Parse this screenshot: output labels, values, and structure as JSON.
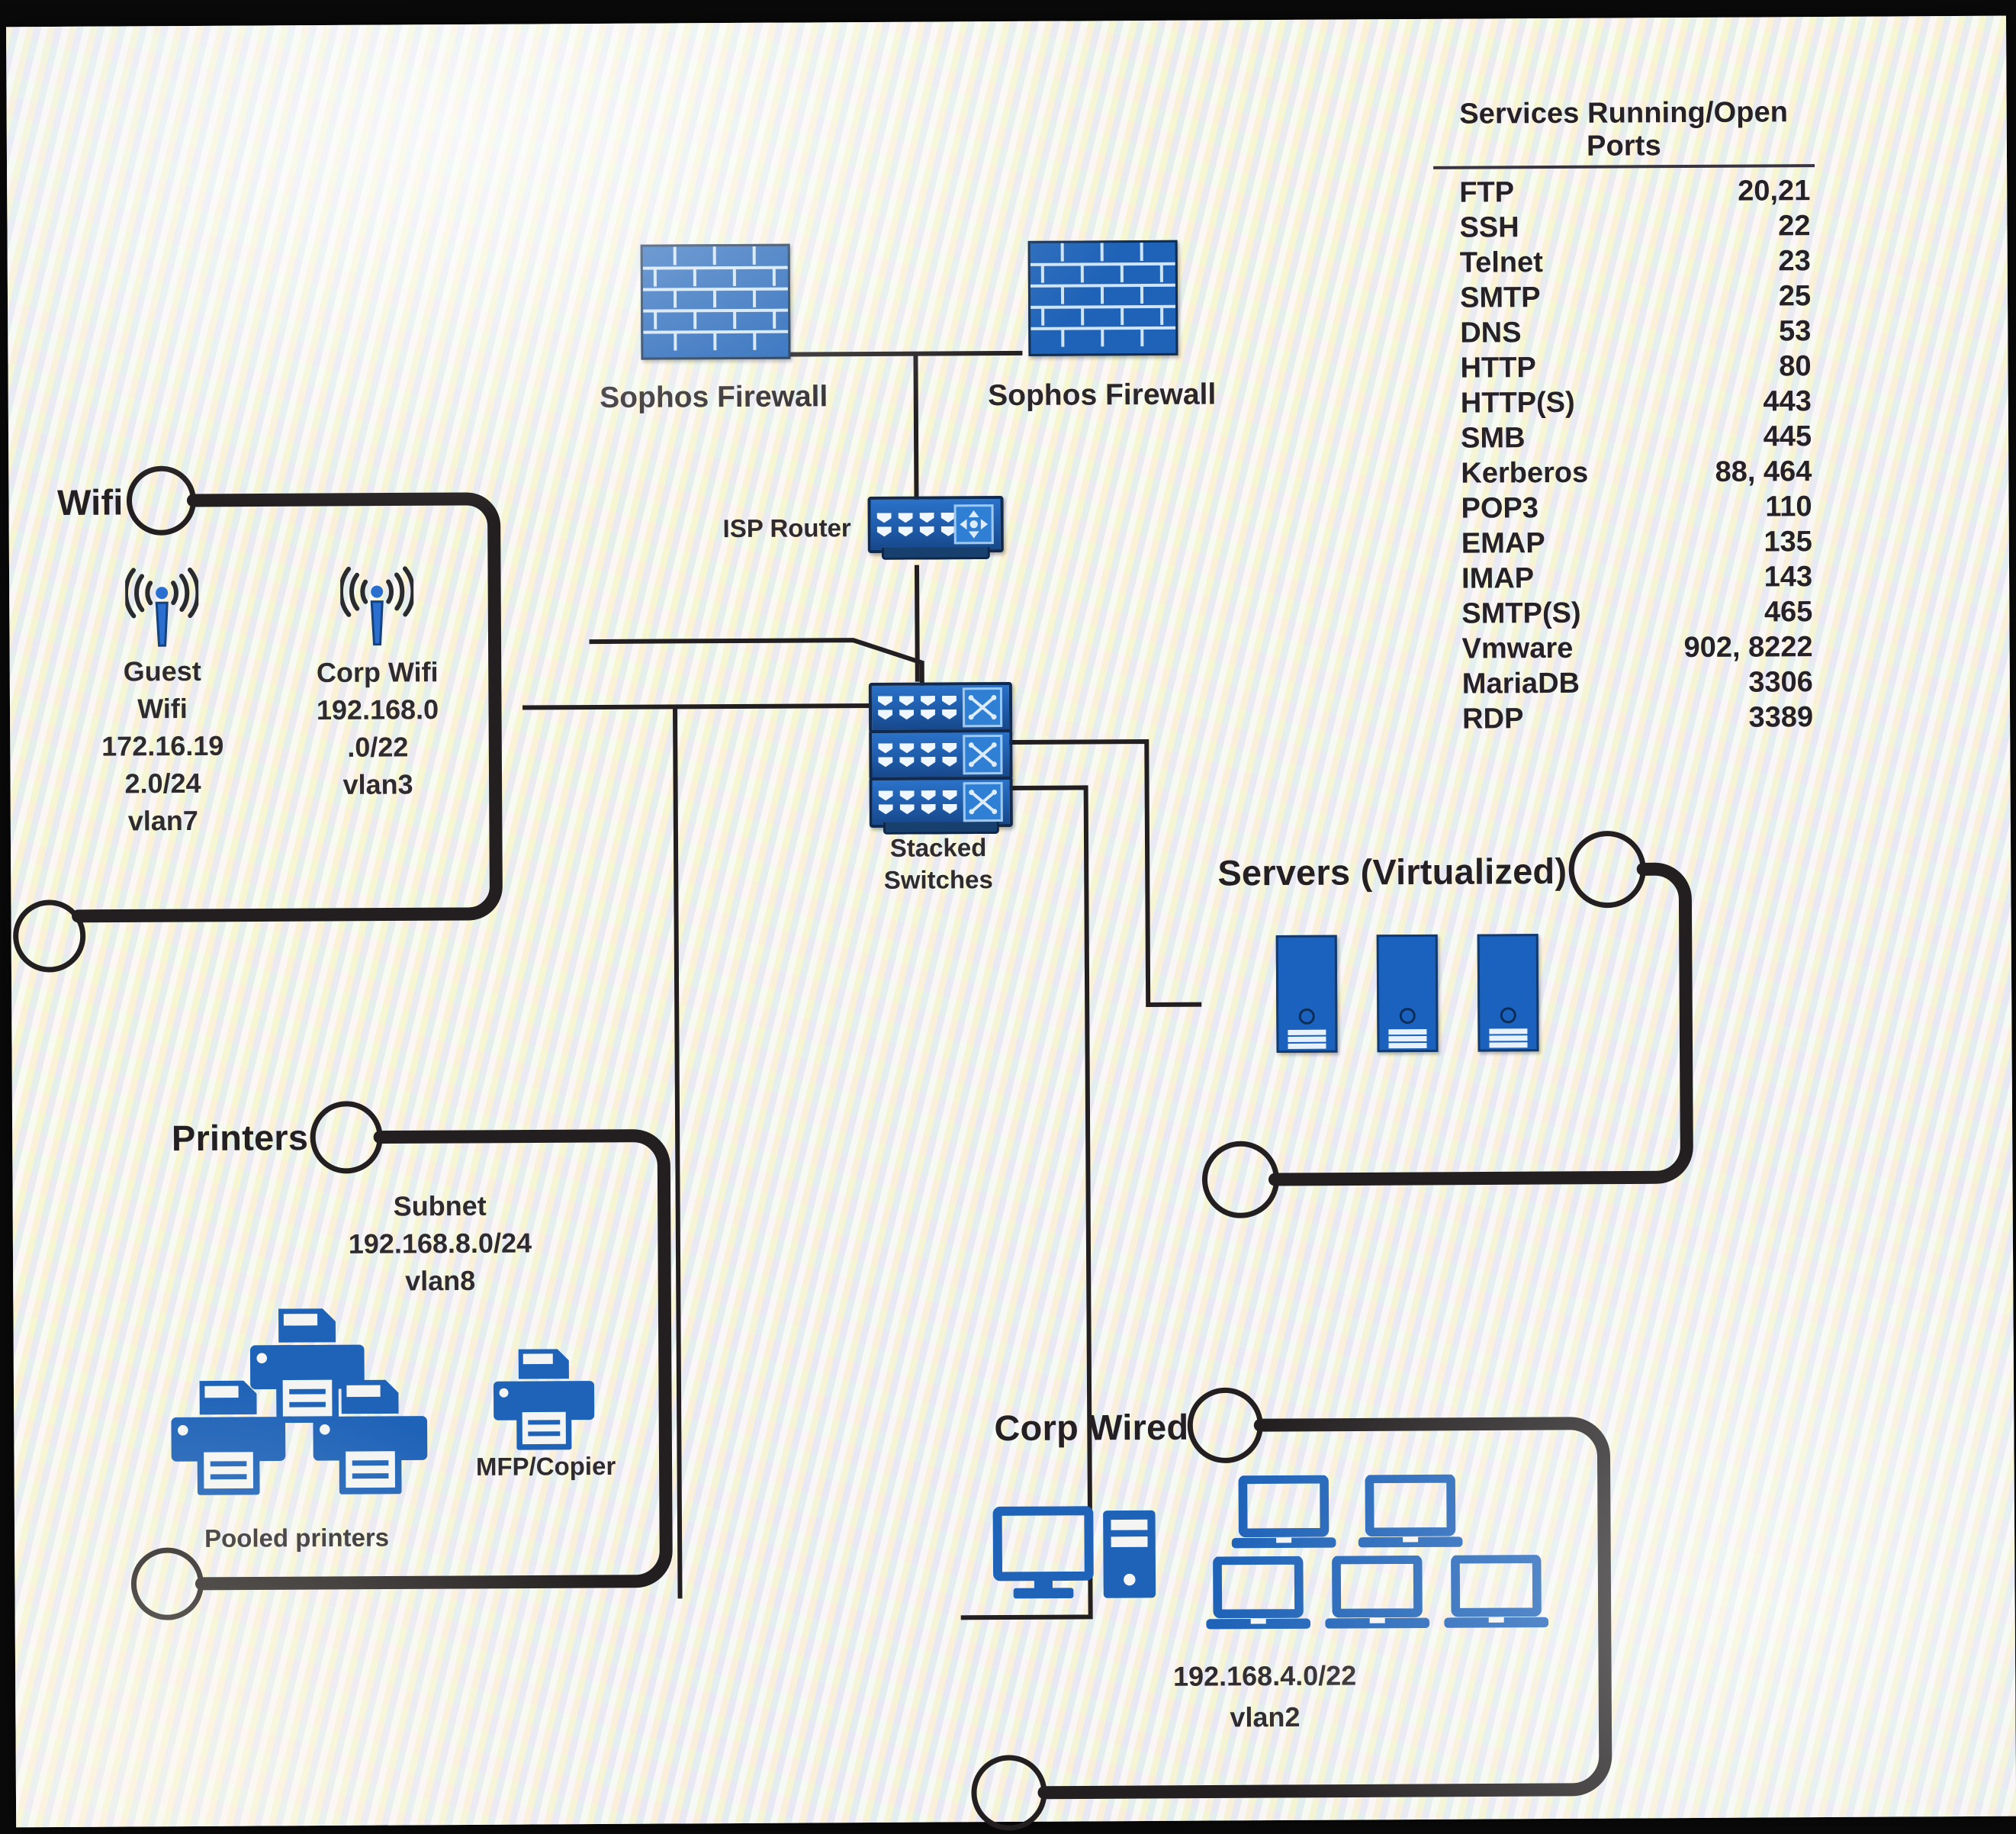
{
  "services_panel": {
    "title": "Services Running/Open Ports",
    "rows": [
      {
        "service": "FTP",
        "ports": "20,21"
      },
      {
        "service": "SSH",
        "ports": "22"
      },
      {
        "service": "Telnet",
        "ports": "23"
      },
      {
        "service": "SMTP",
        "ports": "25"
      },
      {
        "service": "DNS",
        "ports": "53"
      },
      {
        "service": "HTTP",
        "ports": "80"
      },
      {
        "service": "HTTP(S)",
        "ports": "443"
      },
      {
        "service": "SMB",
        "ports": "445"
      },
      {
        "service": "Kerberos",
        "ports": "88, 464"
      },
      {
        "service": "POP3",
        "ports": "110"
      },
      {
        "service": "EMAP",
        "ports": "135"
      },
      {
        "service": "IMAP",
        "ports": "143"
      },
      {
        "service": "SMTP(S)",
        "ports": "465"
      },
      {
        "service": "Vmware",
        "ports": "902, 8222"
      },
      {
        "service": "MariaDB",
        "ports": "3306"
      },
      {
        "service": "RDP",
        "ports": "3389"
      }
    ]
  },
  "edge": {
    "firewall_left_label": "Sophos Firewall",
    "firewall_right_label": "Sophos Firewall",
    "isp_router_label": "ISP Router"
  },
  "core": {
    "switches_label_line1": "Stacked",
    "switches_label_line2": "Switches"
  },
  "wifi_zone": {
    "title": "Wifi",
    "guest": {
      "name_line1": "Guest",
      "name_line2": "Wifi",
      "subnet_line1": "172.16.19",
      "subnet_line2": "2.0/24",
      "vlan": "vlan7"
    },
    "corp": {
      "name": "Corp Wifi",
      "subnet_line1": "192.168.0",
      "subnet_line2": ".0/22",
      "vlan": "vlan3"
    }
  },
  "printers_zone": {
    "title": "Printers",
    "subnet_label": "Subnet",
    "subnet": "192.168.8.0/24",
    "vlan": "vlan8",
    "pooled_label": "Pooled printers",
    "mfp_label": "MFP/Copier"
  },
  "servers_zone": {
    "title": "Servers (Virtualized)",
    "count": 3
  },
  "corp_wired_zone": {
    "title": "Corp Wired",
    "subnet": "192.168.4.0/22",
    "vlan": "vlan2"
  },
  "palette": {
    "device_blue": "#1f63b8",
    "device_blue_dark": "#123a6e",
    "wire_black": "#231f20",
    "text_dark": "#2e2b2e",
    "sheet_bg": "#f3f1ea"
  }
}
